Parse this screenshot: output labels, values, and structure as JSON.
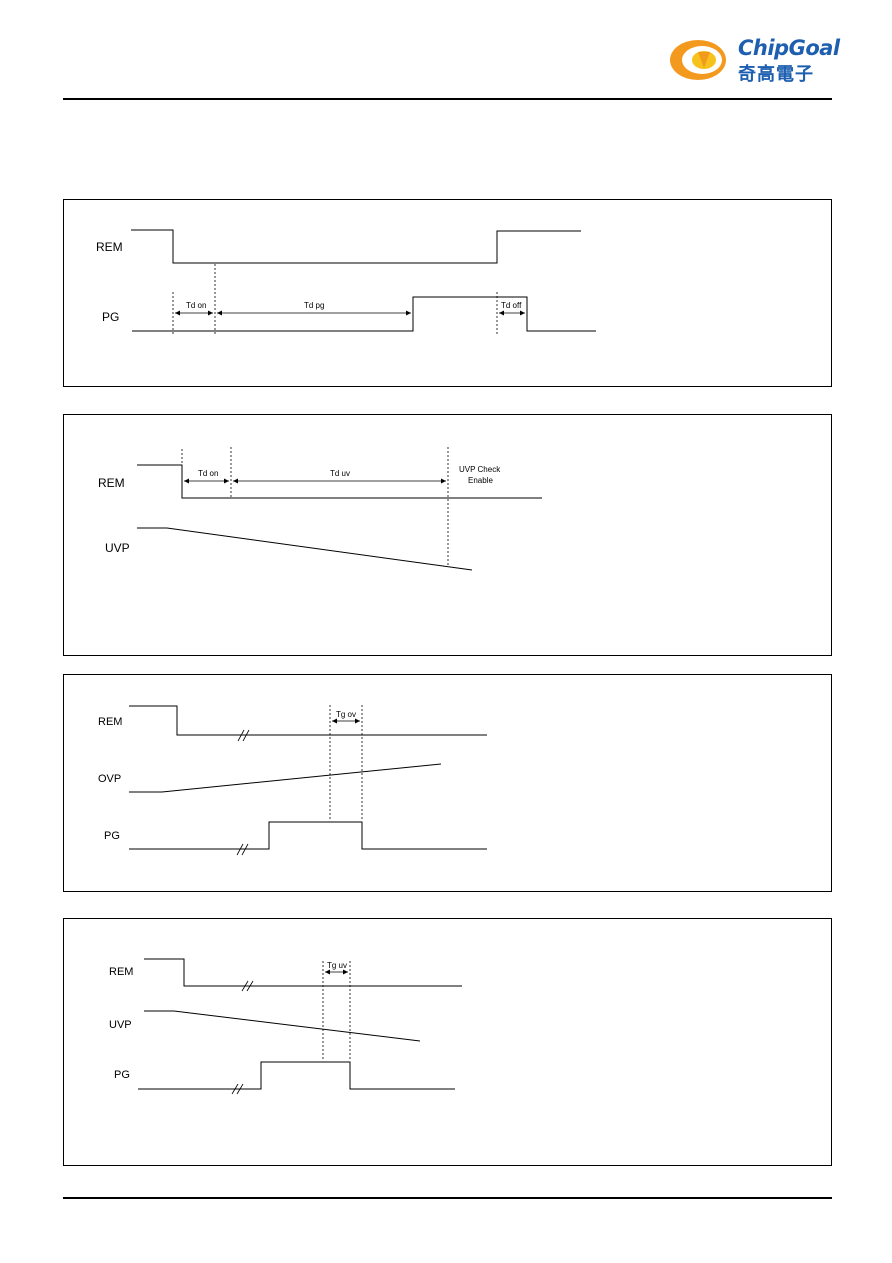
{
  "header": {
    "brand_en": "ChipGoal",
    "brand_cn": "奇高電子",
    "colors": {
      "brand_blue": "#1f5fb0",
      "logo_orange": "#f39a1e",
      "logo_yellow": "#f7c21b"
    }
  },
  "diagrams": [
    {
      "signals": [
        "REM",
        "PG"
      ],
      "timing": [
        "Td on",
        "Td pg",
        "Td off"
      ]
    },
    {
      "signals": [
        "REM",
        "UVP"
      ],
      "timing": [
        "Td on",
        "Td uv"
      ],
      "note_lines": [
        "UVP Check",
        "Enable"
      ]
    },
    {
      "signals": [
        "REM",
        "OVP",
        "PG"
      ],
      "timing": [
        "Tg ov"
      ]
    },
    {
      "signals": [
        "REM",
        "UVP",
        "PG"
      ],
      "timing": [
        "Tg uv"
      ]
    }
  ]
}
